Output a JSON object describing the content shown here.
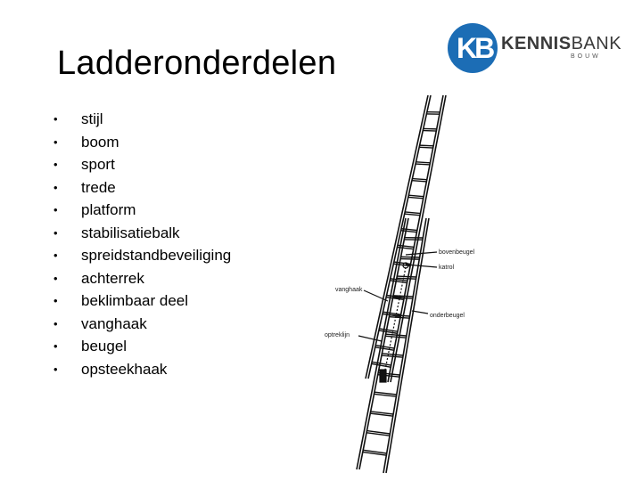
{
  "title": "Ladderonderdelen",
  "logo": {
    "brand_bold": "KENNIS",
    "brand_thin": "BANK",
    "sub": "BOUW",
    "mark": "KB",
    "color": "#1c6db5"
  },
  "items": [
    "stijl",
    "boom",
    "sport",
    "trede",
    "platform",
    "stabilisatiebalk",
    "spreidstandbeveiliging",
    "achterrek",
    "beklimbaar deel",
    "vanghaak",
    "beugel",
    "opsteekhaak"
  ],
  "bullet_char": "•",
  "diagram": {
    "labels": {
      "bovenbeugel": "bovenbeugel",
      "katrol": "katrol",
      "vanghaak": "vanghaak",
      "onderbeugel": "onderbeugel",
      "optreklijn": "optreklijn"
    }
  }
}
